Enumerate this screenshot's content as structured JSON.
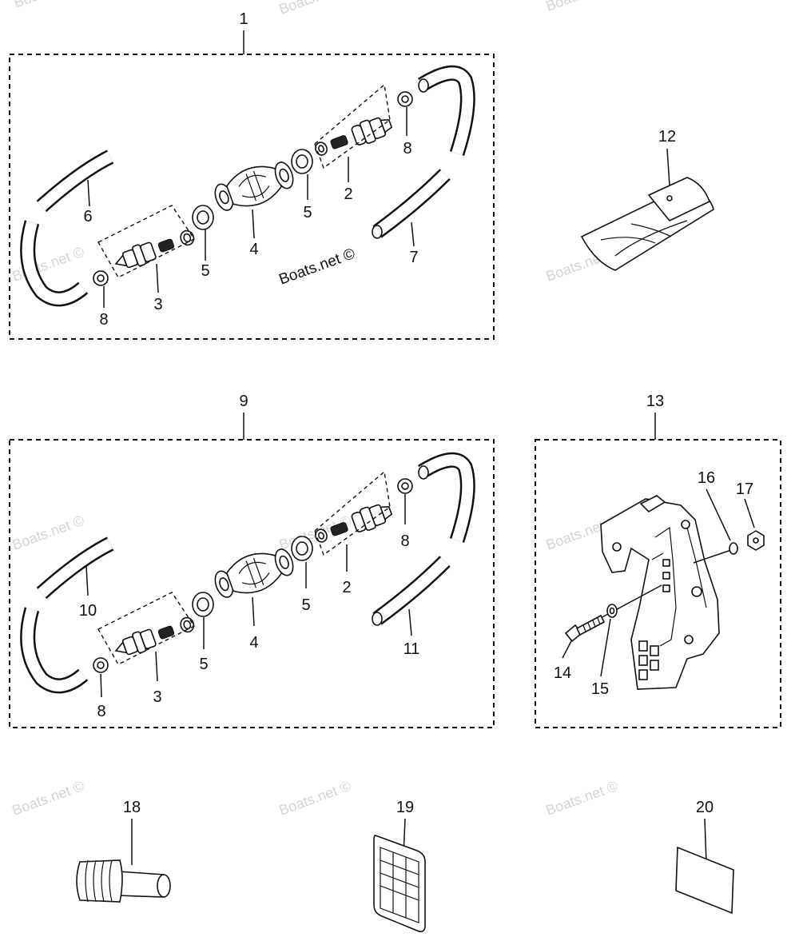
{
  "watermark": "Boats.net ©",
  "assemblies": {
    "upper_kit_number": "1",
    "lower_kit_number": "9",
    "bracket_kit_number": "13"
  },
  "callouts": {
    "upper": {
      "connector_top": "2",
      "connector_bottom": "3",
      "bulb": "4",
      "clamp_left": "5",
      "clamp_right": "5",
      "hose_left": "6",
      "hose_right": "7",
      "nut_left": "8",
      "nut_right": "8"
    },
    "lower": {
      "connector_top": "2",
      "connector_bottom": "3",
      "bulb": "4",
      "clamp_left": "5",
      "clamp_right": "5",
      "hose_left": "10",
      "hose_right": "11",
      "nut_left": "8",
      "nut_right": "8"
    },
    "pouch": "12",
    "bolt": "14",
    "washer": "15",
    "lock_washer": "16",
    "nut": "17",
    "fitting": "18",
    "decal_plate": "19",
    "card": "20"
  }
}
